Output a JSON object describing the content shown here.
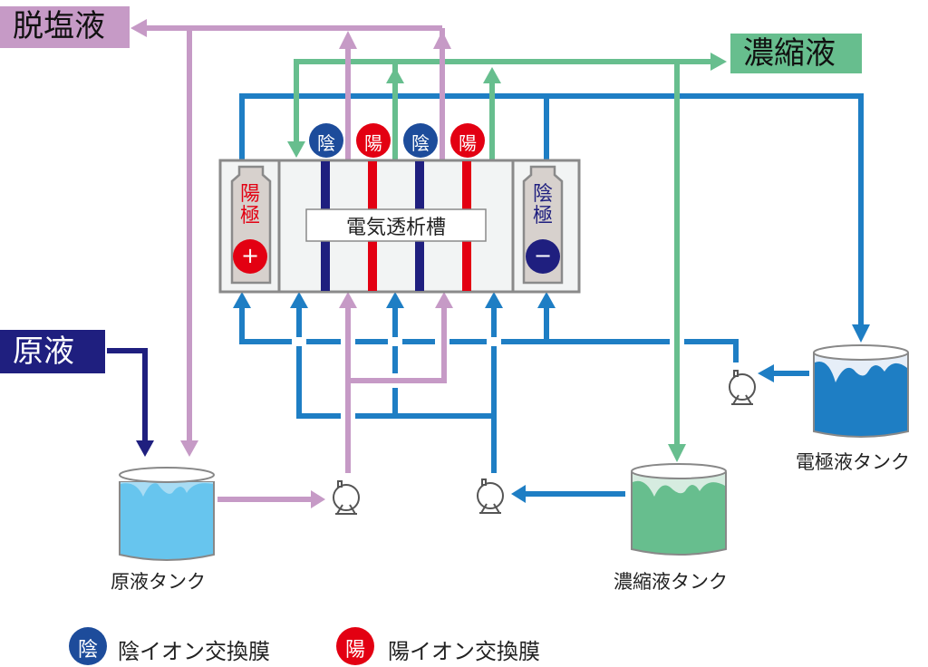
{
  "title_boxes": {
    "desalinated": "脱塩液",
    "concentrate": "濃縮液",
    "raw": "原液"
  },
  "stack": {
    "label": "電気透析槽",
    "anode_label": "陽極",
    "anode_sign": "+",
    "cathode_label": "陰極",
    "cathode_sign": "−",
    "membranes": [
      {
        "type": "anion",
        "badge": "陰"
      },
      {
        "type": "cation",
        "badge": "陽"
      },
      {
        "type": "anion",
        "badge": "陰"
      },
      {
        "type": "cation",
        "badge": "陽"
      }
    ]
  },
  "tanks": {
    "raw": "原液タンク",
    "concentrate": "濃縮液タンク",
    "electrode": "電極液タンク"
  },
  "legend": [
    {
      "badge": "陰",
      "label": "陰イオン交換膜",
      "color": "#1d4c9b"
    },
    {
      "badge": "陽",
      "label": "陽イオン交換膜",
      "color": "#e30012"
    }
  ],
  "colors": {
    "desalinated": "#c69ac6",
    "concentrate": "#67be8e",
    "electrode": "#1e7ec4",
    "raw": "#1f1f7f",
    "anion": "#1d4c9b",
    "cation": "#e30012"
  }
}
